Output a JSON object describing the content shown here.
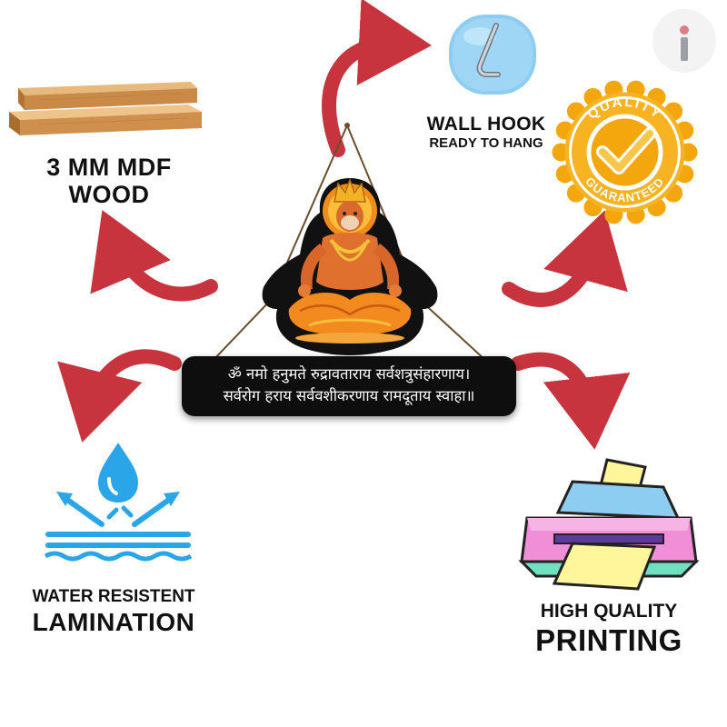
{
  "features": {
    "mdf": {
      "line1": "3 MM MDF",
      "line2": "WOOD",
      "icon": "wood-planks-icon"
    },
    "hook": {
      "line1": "WALL HOOK",
      "line2": "READY TO HANG",
      "icon": "wall-hook-icon"
    },
    "quality_seal": {
      "top_text": "QUALITY",
      "bottom_text": "GUARANTEED",
      "icon": "checkmark-seal-icon"
    },
    "lamination": {
      "line1": "WATER RESISTENT",
      "line2": "LAMINATION",
      "icon": "water-drop-icon"
    },
    "printing": {
      "line1": "HIGH QUALITY",
      "line2": "PRINTING",
      "icon": "printer-icon"
    }
  },
  "product": {
    "mantra_line1": "ॐ नमो हनुमते रुद्रावताराय सर्वशत्रुसंहारणाय।",
    "mantra_line2": "सर्वरोग हराय सर्ववशीकरणाय रामदूताय स्वाहा॥",
    "figure": "hanuman-meditating-figure"
  },
  "brand": {
    "mark": "i"
  },
  "colors": {
    "arrow": "#c8343d",
    "seal_gold": "#f4a70c",
    "water_blue": "#2aa6e8",
    "plate": "#0e0e0e"
  }
}
